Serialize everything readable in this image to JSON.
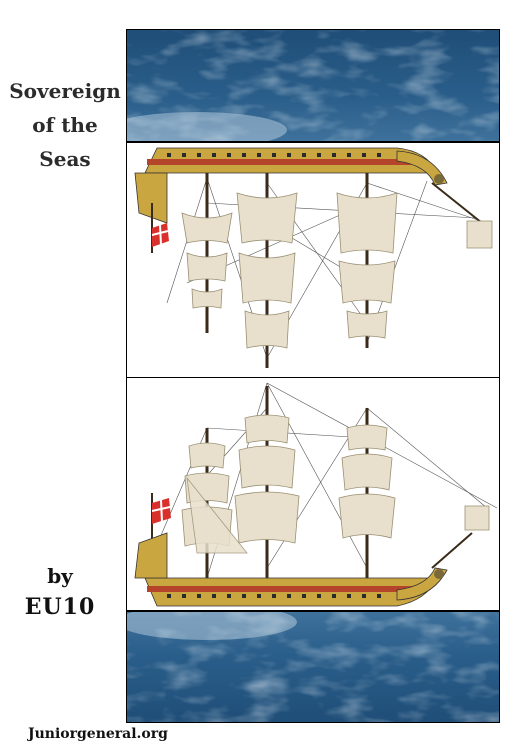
{
  "title": {
    "line1": "Sovereign",
    "line2": "of the",
    "line3": "Seas"
  },
  "credit": {
    "by": "by",
    "author": "EU10"
  },
  "footer": {
    "site": "Juniorgeneral.org"
  },
  "icons": {
    "flag": "st-george-ensign-icon",
    "ship": "galleon-icon"
  },
  "colors": {
    "sea_dark": "#1f4e78",
    "sea_light": "#c9dbe8",
    "hull_gold": "#c9a640",
    "hull_red": "#b5452a",
    "sail": "#e8e0cc",
    "mast": "#3a2a1a",
    "flag_red": "#d9302c"
  }
}
